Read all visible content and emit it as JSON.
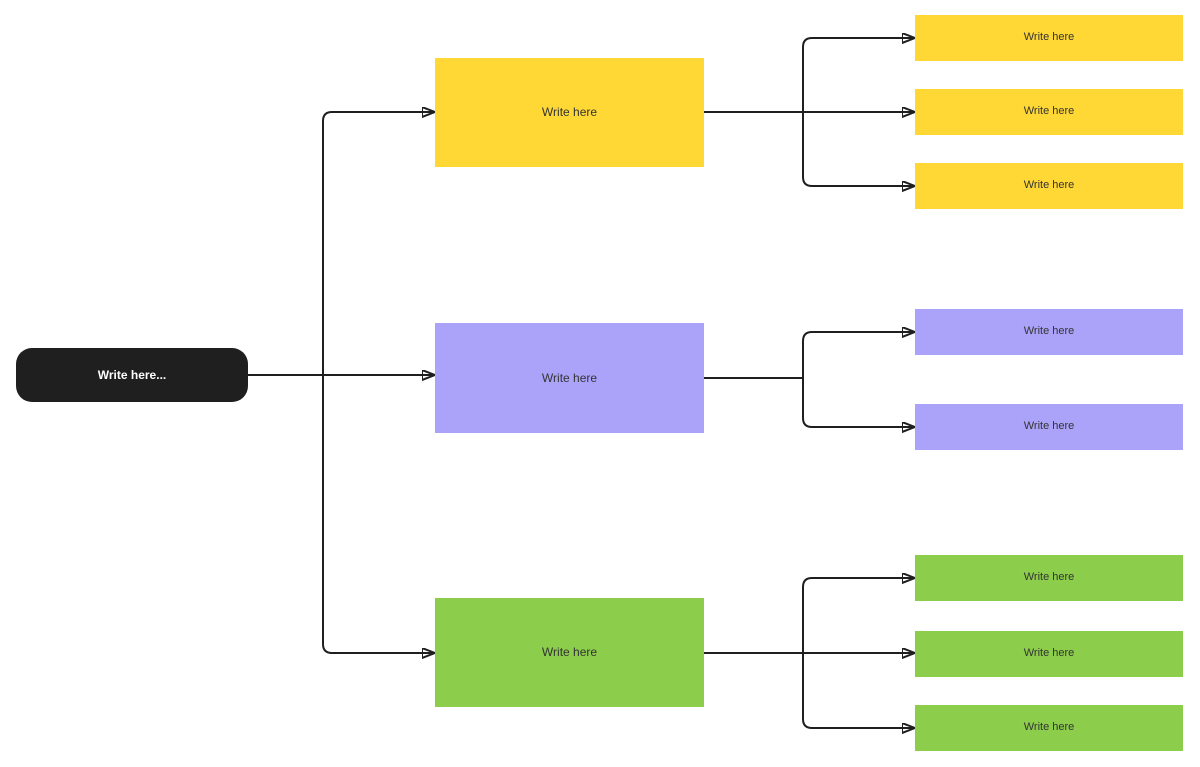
{
  "canvas": {
    "background": "#ffffff",
    "connector_color": "#1f1f1f"
  },
  "mindmap": {
    "root": {
      "label": "Write here...",
      "color": "#1f1f1f",
      "text_color": "#ffffff"
    },
    "branches": [
      {
        "id": "top-branch",
        "label": "Write here",
        "color": "#ffd835",
        "children": [
          {
            "label": "Write here"
          },
          {
            "label": "Write here"
          },
          {
            "label": "Write here"
          }
        ]
      },
      {
        "id": "middle-branch",
        "label": "Write here",
        "color": "#aba3fa",
        "children": [
          {
            "label": "Write here"
          },
          {
            "label": "Write here"
          }
        ]
      },
      {
        "id": "bottom-branch",
        "label": "Write here",
        "color": "#8ccd4b",
        "children": [
          {
            "label": "Write here"
          },
          {
            "label": "Write here"
          },
          {
            "label": "Write here"
          }
        ]
      }
    ]
  }
}
